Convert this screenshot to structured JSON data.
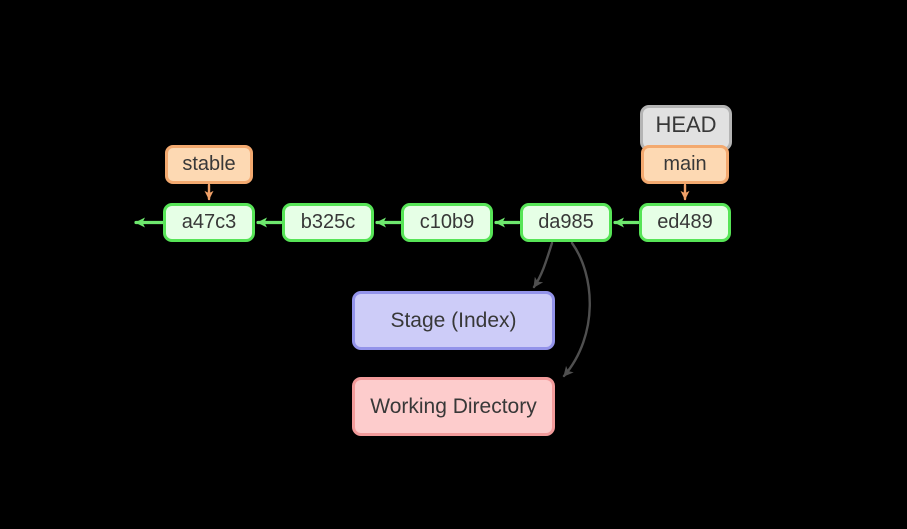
{
  "diagram": {
    "type": "git-commit-graph",
    "background": "#000000",
    "colors": {
      "background": "#000000",
      "text": "#383838",
      "commit_border": "#57e457",
      "commit_fill": "#e6ffe6",
      "commit_arrow": "#6ee86e",
      "branch_border": "#f3a96f",
      "branch_fill": "#fdd9b3",
      "branch_arrow": "#f0a068",
      "head_border": "#b4b4b4",
      "head_fill": "#e1e1e1",
      "stage_border": "#9393ea",
      "stage_fill": "#cdccf8",
      "wd_border": "#f29b9b",
      "wd_fill": "#fdcccc",
      "flow_arrow": "#4f4f4f"
    },
    "commits": [
      {
        "id": "a47c3"
      },
      {
        "id": "b325c"
      },
      {
        "id": "c10b9"
      },
      {
        "id": "da985"
      },
      {
        "id": "ed489"
      }
    ],
    "branches": [
      {
        "name": "stable",
        "points_to": "a47c3"
      },
      {
        "name": "main",
        "points_to": "ed489"
      }
    ],
    "head": {
      "label": "HEAD",
      "attached_to": "main"
    },
    "areas": [
      {
        "label": "Stage (Index)"
      },
      {
        "label": "Working Directory"
      }
    ],
    "edges": [
      {
        "from": "b325c",
        "to": "a47c3",
        "kind": "parent"
      },
      {
        "from": "c10b9",
        "to": "b325c",
        "kind": "parent"
      },
      {
        "from": "da985",
        "to": "c10b9",
        "kind": "parent"
      },
      {
        "from": "ed489",
        "to": "da985",
        "kind": "parent"
      },
      {
        "from": "a47c3",
        "to": "earlier-history",
        "kind": "parent"
      },
      {
        "from": "stable",
        "to": "a47c3",
        "kind": "branch-pointer"
      },
      {
        "from": "main",
        "to": "ed489",
        "kind": "branch-pointer"
      },
      {
        "from": "da985",
        "to": "Stage (Index)",
        "kind": "flow"
      },
      {
        "from": "da985",
        "to": "Working Directory",
        "kind": "flow"
      }
    ]
  }
}
